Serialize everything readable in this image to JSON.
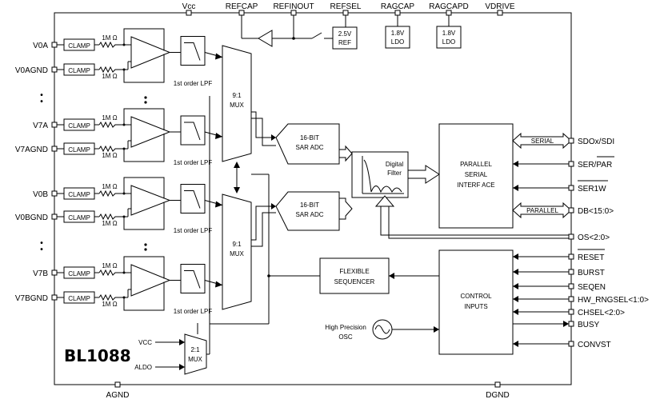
{
  "chip": {
    "name": "BL1088"
  },
  "top_pins": {
    "vcc": "Vcc",
    "refcap": "REFCAP",
    "refinout": "REFINOUT",
    "refsel": "REFSEL",
    "ragcap": "RAGCAP",
    "ragcapd": "RAGCAPD",
    "vdrive": "VDRIVE"
  },
  "bottom_pins": {
    "agnd": "AGND",
    "dgnd": "DGND"
  },
  "left_pins": {
    "v0a": "V0A",
    "v0agnd": "V0AGND",
    "v7a": "V7A",
    "v7agnd": "V7AGND",
    "v0b": "V0B",
    "v0bgnd": "V0BGND",
    "v7b": "V7B",
    "v7bgnd": "V7BGND",
    "dots": "•\n•"
  },
  "right_pins": {
    "sdo": "SDOx/SDI",
    "serpar": "SER/PAR",
    "ser1w": "SER1W",
    "db": "DB<15:0>",
    "os": "OS<2:0>",
    "reset": "RESET",
    "burst": "BURST",
    "seqen": "SEQEN",
    "hwrng": "HW_RNGSEL<1:0>",
    "chsel": "CHSEL<2:0>",
    "busy": "BUSY",
    "convst": "CONVST"
  },
  "blocks": {
    "clamp": "CLAMP",
    "res": "1M Ω",
    "lpf_label": "1st order LPF",
    "mux_top": "9:1",
    "mux_bottom": "MUX",
    "adc_line1": "16-BIT",
    "adc_line2": "SAR ADC",
    "filter_line1": "Digital",
    "filter_line2": "Filter",
    "parallel_line1": "PARALLEL",
    "parallel_line2": "SERIAL",
    "parallel_line3": "INTERF ACE",
    "serial_bus": "SERIAL",
    "parallel_bus": "PARALLEL",
    "seq_line1": "FLEXIBLE",
    "seq_line2": "SEQUENCER",
    "ctrl_line1": "CONTROL",
    "ctrl_line2": "INPUTS",
    "osc_line1": "High Precision",
    "osc_line2": "OSC",
    "ref_line1": "2.5V",
    "ref_line2": "REF",
    "ldo_line1": "1.8V",
    "ldo_line2": "LDO",
    "mux21_line1": "2:1",
    "mux21_line2": "MUX",
    "mux21_in1": "VCC",
    "mux21_in2": "ALDO"
  }
}
